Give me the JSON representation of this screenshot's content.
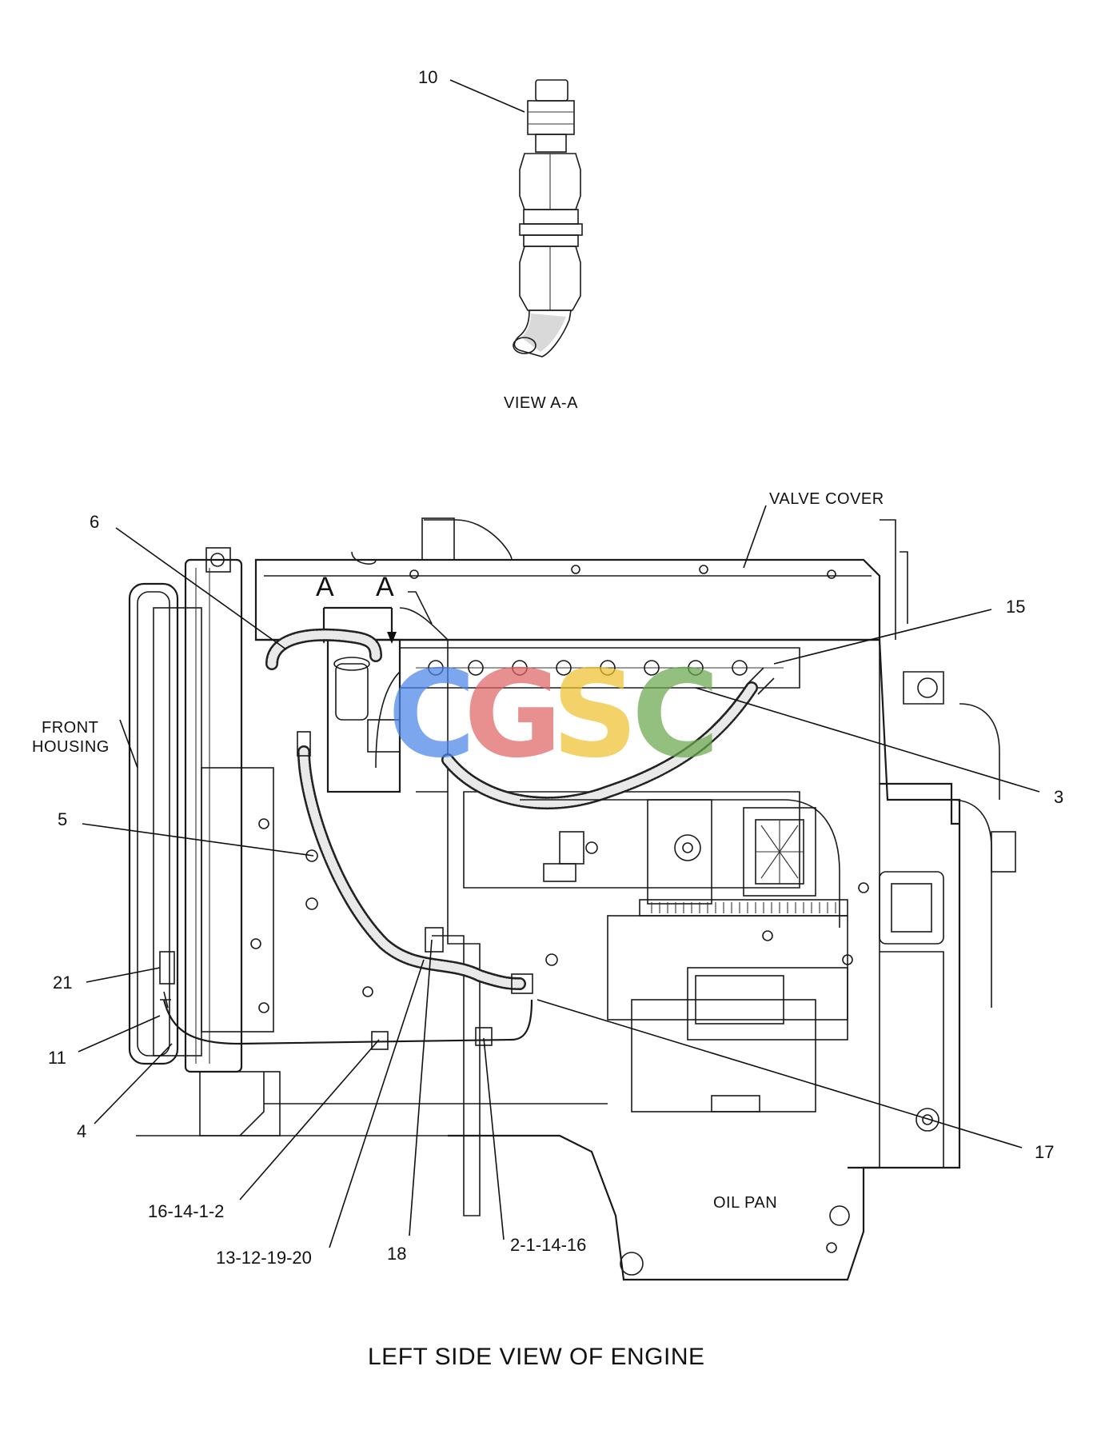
{
  "view_aa": {
    "callout_10": "10",
    "caption": "VIEW A-A"
  },
  "main_view": {
    "section_marker_left": "A",
    "section_marker_right": "A",
    "valve_cover": "VALVE COVER",
    "front_housing_line1": "FRONT",
    "front_housing_line2": "HOUSING",
    "oil_pan": "OIL PAN",
    "callouts": {
      "c6": "6",
      "c15": "15",
      "c3": "3",
      "c5": "5",
      "c21": "21",
      "c11": "11",
      "c4": "4",
      "c17": "17",
      "c16_14_1_2": "16-14-1-2",
      "c13_12_19_20": "13-12-19-20",
      "c18": "18",
      "c2_1_14_16": "2-1-14-16"
    },
    "title": "LEFT SIDE VIEW OF ENGINE"
  },
  "watermark": {
    "letters": [
      "C",
      "G",
      "S",
      "C"
    ],
    "colors": [
      "#4a86e8",
      "#e06666",
      "#f1c232",
      "#6aa84f"
    ]
  }
}
